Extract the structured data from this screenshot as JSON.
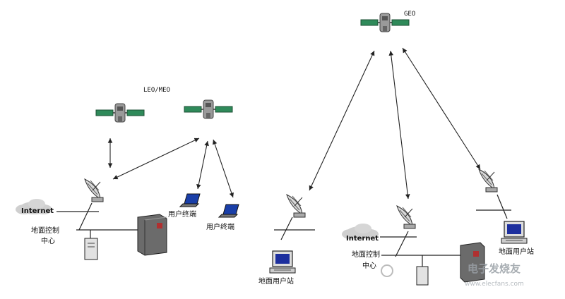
{
  "left": {
    "orbit_label": "LEO/MEO",
    "internet_label": "Internet",
    "control_center_line1": "地面控制",
    "control_center_line2": "中心",
    "user_terminal_1": "用户终端",
    "user_terminal_2": "用户终端"
  },
  "right": {
    "orbit_label": "GEO",
    "internet_label": "Internet",
    "control_center_line1": "地面控制",
    "control_center_line2": "中心",
    "ground_station_left": "地面用户站",
    "ground_station_right": "地面用户站"
  },
  "watermark": {
    "text": "电子发烧友",
    "url": "www.elecfans.com"
  },
  "colors": {
    "line": "#222222",
    "satellite_panel": "#2f8a5a",
    "satellite_body": "#9a9a9a",
    "laptop_screen": "#1a3fa8",
    "monitor_screen": "#1d2f9e",
    "cloud": "#cfcfcf",
    "server": "#6b6b6b"
  }
}
